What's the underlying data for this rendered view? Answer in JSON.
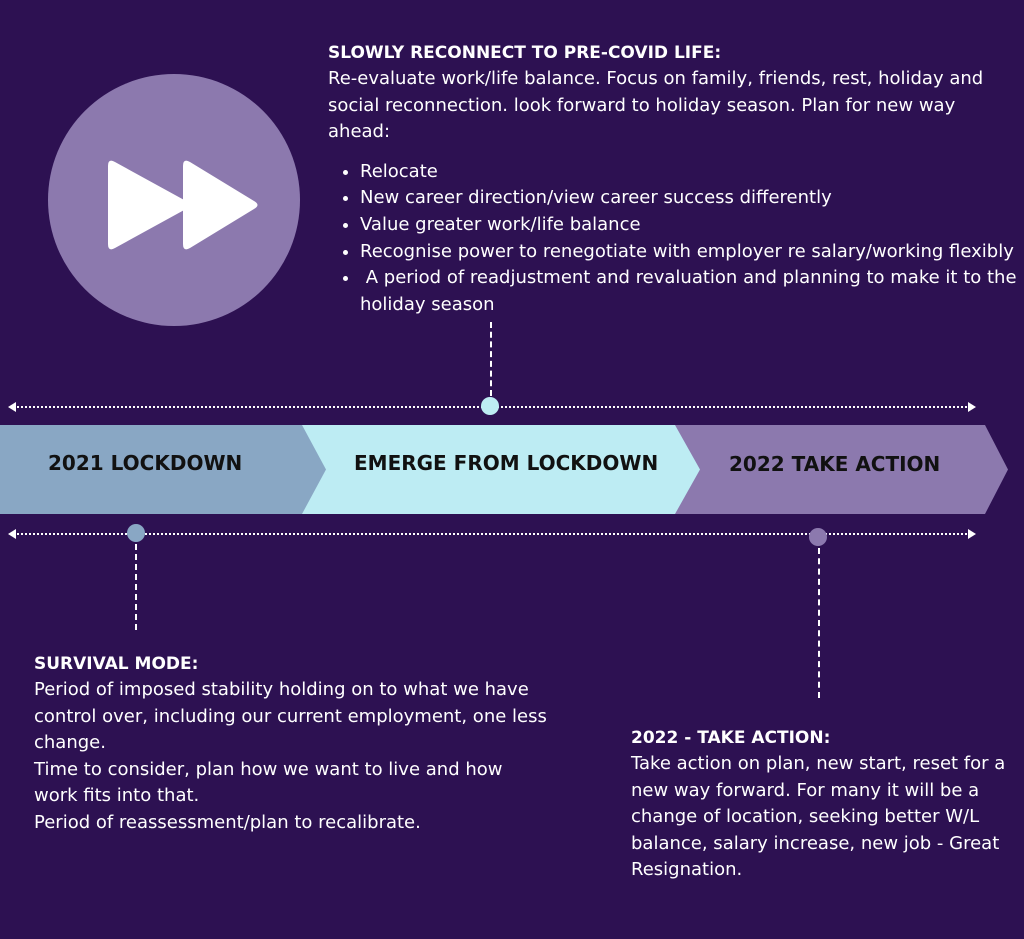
{
  "colors": {
    "background": "#2d1152",
    "circle": "#8c79ae",
    "segment_1": "#89a7c4",
    "segment_2": "#bdecf3",
    "segment_3": "#8c79ae",
    "dot_top": "#bdecf3",
    "dot_left": "#89a7c4",
    "dot_right": "#8c79ae"
  },
  "icon": "fast-forward-icon",
  "top": {
    "heading": "SLOWLY RECONNECT TO PRE-COVID LIFE:",
    "paragraph": "Re-evaluate work/life balance. Focus on family, friends, rest, holiday and social reconnection. look forward to holiday season. Plan for new way ahead:",
    "bullets": [
      "Relocate",
      "New career direction/view career success differently",
      "Value greater work/life balance",
      "Recognise power to renegotiate with employer re salary/working flexibly",
      " A period of readjustment and revaluation and planning to make it to the holiday season"
    ]
  },
  "timeline": {
    "segments": [
      "2021 LOCKDOWN",
      "EMERGE FROM LOCKDOWN",
      "2022 TAKE ACTION"
    ]
  },
  "left": {
    "heading": "SURVIVAL MODE:",
    "lines": [
      "Period of imposed stability holding on to what we have control over, including our current employment, one less change.",
      "Time to consider, plan how we want to live and how work fits into that.",
      "Period of reassessment/plan to recalibrate."
    ]
  },
  "right": {
    "heading": "2022 - TAKE ACTION:",
    "paragraph": "Take action on plan, new start, reset for a new way forward. For many it will be a change of location, seeking better W/L balance, salary increase, new job - Great Resignation."
  }
}
